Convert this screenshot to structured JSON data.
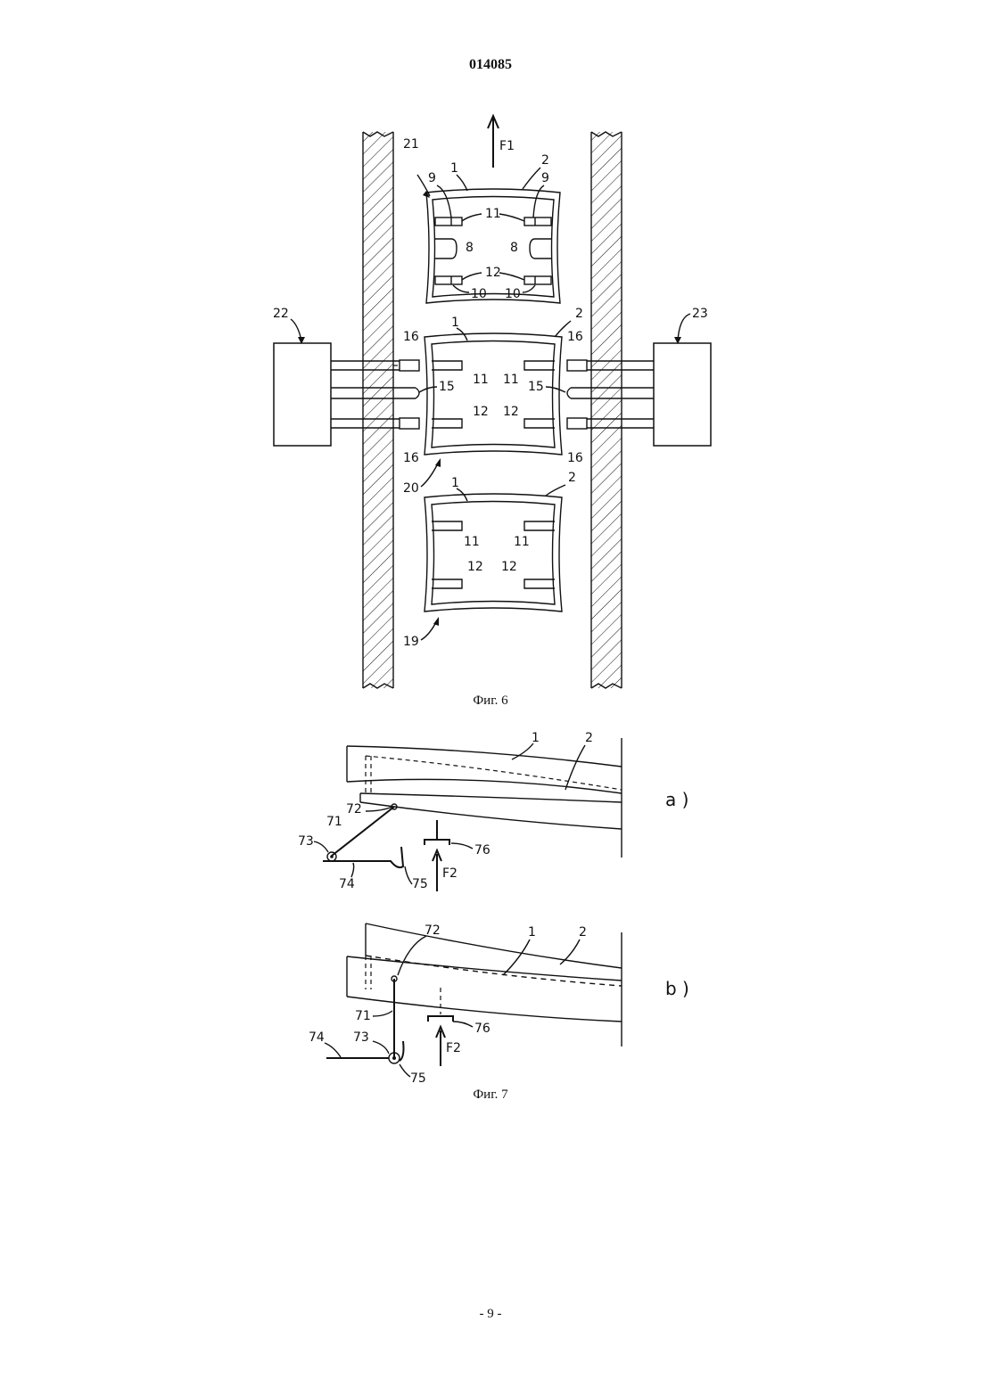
{
  "header": {
    "doc_number": "014085"
  },
  "figure6": {
    "caption": "Фиг. 6",
    "labels": {
      "l21": "21",
      "l22": "22",
      "l23": "23",
      "l20": "20",
      "l19": "19",
      "l1": "1",
      "l2": "2",
      "l8": "8",
      "l9": "9",
      "l10": "10",
      "l11": "11",
      "l12": "12",
      "l15": "15",
      "l16": "16",
      "lF1": "F1"
    }
  },
  "figure7": {
    "caption": "Фиг. 7",
    "sub_a": "a )",
    "sub_b": "b )",
    "labels": {
      "l1": "1",
      "l2": "2",
      "l71": "71",
      "l72": "72",
      "l73": "73",
      "l74": "74",
      "l75": "75",
      "l76": "76",
      "lF2": "F2"
    }
  },
  "footer": {
    "page_number": "- 9 -"
  }
}
